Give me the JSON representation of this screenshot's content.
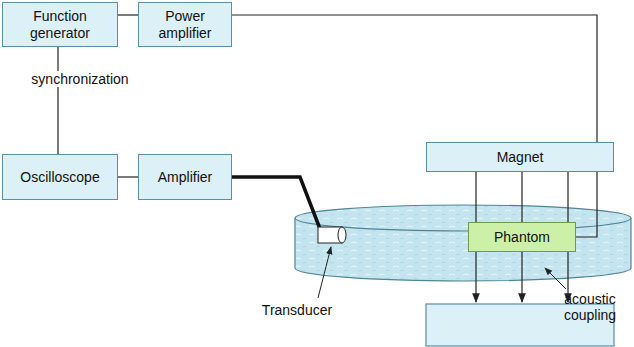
{
  "diagram": {
    "nodes": [
      {
        "text": [
          "Function generator"
        ]
      },
      {
        "text": [
          "Power amplifier"
        ]
      },
      {
        "text": [
          "Oscilloscope"
        ]
      },
      {
        "text": [
          "Amplifier"
        ]
      },
      {
        "text": [
          "Magnet"
        ]
      },
      {
        "text": [
          "Phantom"
        ]
      }
    ],
    "edges": [
      {
        "from": 0,
        "to": 1,
        "arrow": "none"
      },
      {
        "from": 0,
        "to": 2,
        "label": "synchronization",
        "arrow": "none"
      },
      {
        "from": 2,
        "to": 3,
        "arrow": "none"
      },
      {
        "from": 1,
        "to": 5,
        "arrow": "none"
      }
    ],
    "labels": [
      "Transducer",
      "acoustic coupling"
    ]
  }
}
